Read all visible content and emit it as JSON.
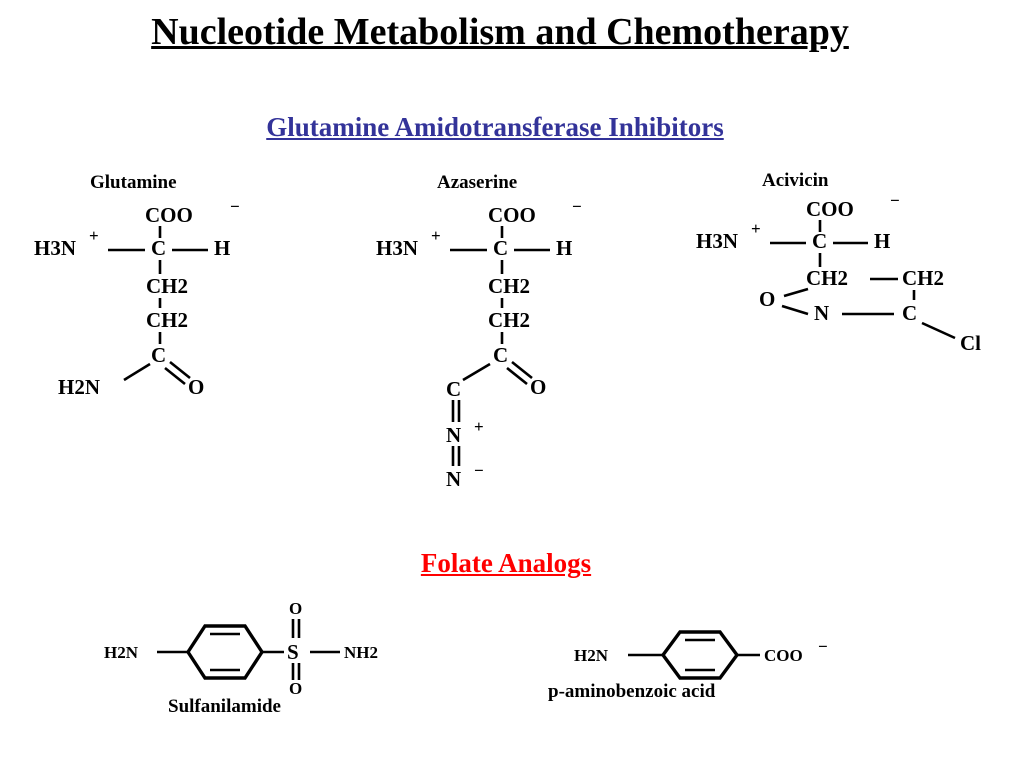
{
  "slide": {
    "title": "Nucleotide Metabolism and Chemotherapy",
    "section_inhibitors": "Glutamine Amidotransferase Inhibitors",
    "section_folate": "Folate Analogs"
  },
  "structures": {
    "glutamine": {
      "name": "Glutamine",
      "carboxylate": "COO",
      "charge_minus": "−",
      "amine": "H3N",
      "charge_plus": "+",
      "alpha_c": "C",
      "h": "H",
      "ch2_a": "CH2",
      "ch2_b": "CH2",
      "carbonyl_c": "C",
      "amide_n": "H2N",
      "oxygen": "O"
    },
    "azaserine": {
      "name": "Azaserine",
      "carboxylate": "COO",
      "charge_minus": "−",
      "amine": "H3N",
      "charge_plus": "+",
      "alpha_c": "C",
      "h": "H",
      "ch2_a": "CH2",
      "ch2_b": "CH2",
      "carbonyl_c": "C",
      "oxygen": "O",
      "diazo_c": "C",
      "n1": "N",
      "n1_charge": "+",
      "n2": "N",
      "n2_charge": "−"
    },
    "acivicin": {
      "name": "Acivicin",
      "carboxylate": "COO",
      "charge_minus": "−",
      "amine": "H3N",
      "charge_plus": "+",
      "alpha_c": "C",
      "h": "H",
      "ch2_a": "CH2",
      "ch2_b": "CH2",
      "ring_o": "O",
      "ring_n": "N",
      "ring_c": "C",
      "cl": "Cl"
    },
    "sulfanilamide": {
      "name": "Sulfanilamide",
      "amine": "H2N",
      "s": "S",
      "o_top": "O",
      "o_bottom": "O",
      "nh2": "NH2"
    },
    "paba": {
      "name": "p-aminobenzoic acid",
      "amine": "H2N",
      "carboxylate": "COO",
      "charge_minus": "−"
    }
  }
}
